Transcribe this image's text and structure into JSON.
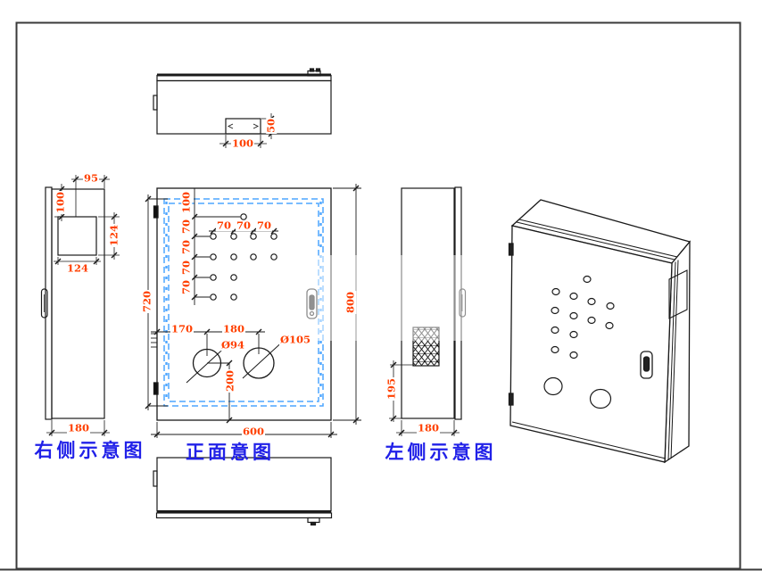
{
  "colors": {
    "line": "#1a1a1a",
    "dimension_text": "#ff4000",
    "caption_text": "#2121e8",
    "door_seal_dashed": "#4da6ff"
  },
  "captions": {
    "right_view": "右侧示意图",
    "front_view": "正面意图",
    "left_view": "左侧示意图"
  },
  "top_view_dims": {
    "gland_box_width": "100",
    "gland_box_depth": "50"
  },
  "front_view_dims": {
    "top_to_first_hole": "100",
    "row_gap_1": "70",
    "row_gap_2": "70",
    "row_gap_3": "70",
    "row_gap_4": "70",
    "col_gap_1": "70",
    "col_gap_2": "70",
    "col_gap_3": "70",
    "circle_left_offset": "170",
    "circle_center_gap": "180",
    "small_circle_dia": "Ø94",
    "large_circle_dia": "Ø105",
    "circle_to_bottom": "200",
    "width": "600",
    "height": "800",
    "door_seal_height": "720"
  },
  "right_view_dims": {
    "top_box_offset": "95",
    "top_to_box": "100",
    "box_height": "124",
    "box_width": "124",
    "depth": "180"
  },
  "left_view_dims": {
    "vent_to_bottom": "195",
    "depth": "180"
  }
}
